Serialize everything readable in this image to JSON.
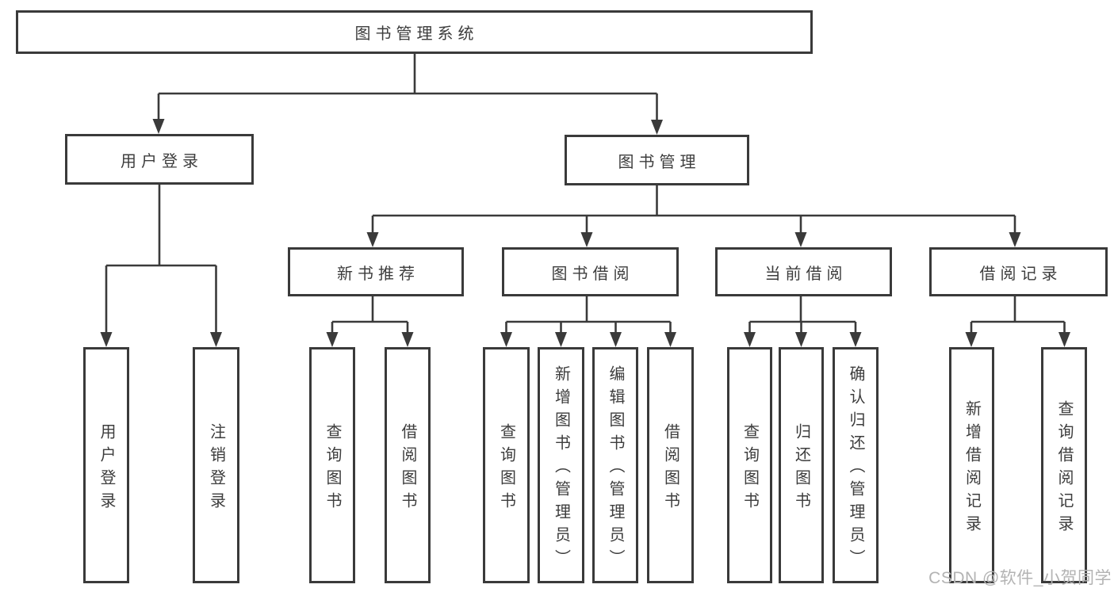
{
  "colors": {
    "line": "#3a3a3a",
    "box_border": "#3a3a3a",
    "box_background": "#ffffff",
    "text": "#3d3d3d",
    "watermark": "#b3b3b3"
  },
  "watermark": {
    "text": "CSDN @软件_小贺同学"
  },
  "tree": {
    "root": {
      "label": "图书管理系统",
      "children": [
        {
          "label": "用户登录",
          "children": [
            {
              "label": "用户登录"
            },
            {
              "label": "注销登录"
            }
          ]
        },
        {
          "label": "图书管理",
          "children": [
            {
              "label": "新书推荐",
              "children": [
                {
                  "label": "查询图书"
                },
                {
                  "label": "借阅图书"
                }
              ]
            },
            {
              "label": "图书借阅",
              "children": [
                {
                  "label": "查询图书"
                },
                {
                  "label": "新增图书（管理员）"
                },
                {
                  "label": "编辑图书（管理员）"
                },
                {
                  "label": "借阅图书"
                }
              ]
            },
            {
              "label": "当前借阅",
              "children": [
                {
                  "label": "查询图书"
                },
                {
                  "label": "归还图书"
                },
                {
                  "label": "确认归还（管理员）"
                }
              ]
            },
            {
              "label": "借阅记录",
              "children": [
                {
                  "label": "新增借阅记录"
                },
                {
                  "label": "查询借阅记录"
                }
              ]
            }
          ]
        }
      ]
    }
  }
}
